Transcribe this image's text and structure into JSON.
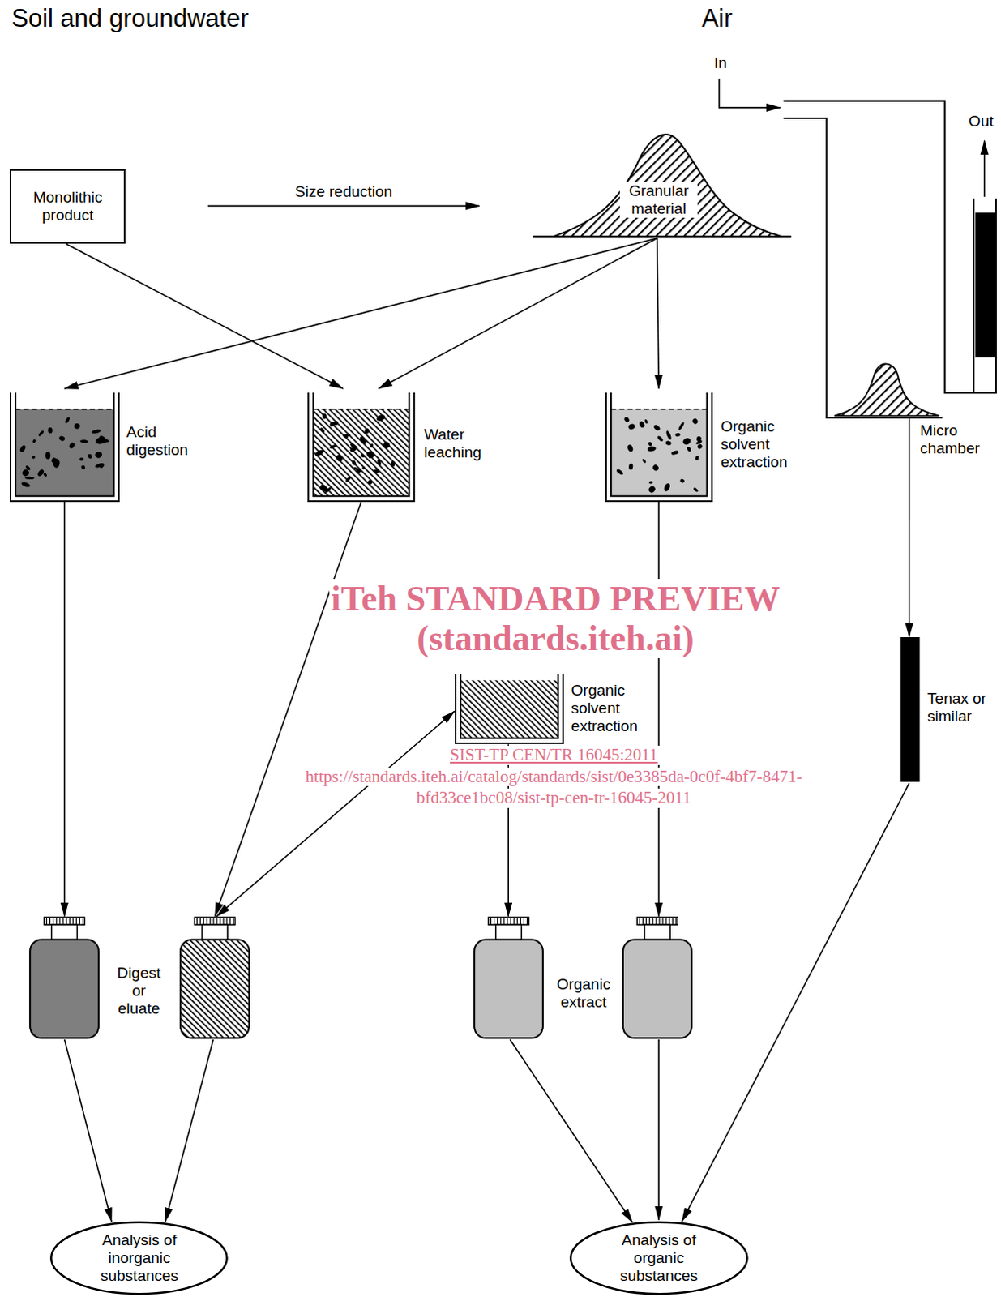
{
  "diagram": {
    "nodes": [
      {
        "text": [
          "Monolithic product"
        ]
      },
      {
        "text": [
          "Granular material"
        ]
      },
      {
        "text": [
          "Acid digestion"
        ]
      },
      {
        "text": [
          "Water leaching"
        ]
      },
      {
        "text": [
          "Organic solvent extraction"
        ]
      },
      {
        "text": [
          "Micro chamber"
        ]
      },
      {
        "text": [
          "Organic solvent extraction"
        ]
      },
      {
        "text": [
          "Tenax or similar"
        ]
      },
      {
        "text": [
          "Digest or eluate"
        ]
      },
      {
        "text": [
          "Organic extract"
        ]
      },
      {
        "text": [
          "Analysis of inorganic substances"
        ]
      },
      {
        "text": [
          "Analysis of organic substances"
        ]
      }
    ],
    "edges": [
      {
        "from": 0,
        "to": 1,
        "arrow": "to",
        "label": "Size reduction"
      },
      {
        "from": 0,
        "to": 3,
        "arrow": "to"
      },
      {
        "from": 1,
        "to": 2,
        "arrow": "to"
      },
      {
        "from": 1,
        "to": 3,
        "arrow": "to"
      },
      {
        "from": 1,
        "to": 4,
        "arrow": "to"
      },
      {
        "from": 5,
        "to": 7,
        "arrow": "to"
      },
      {
        "from": 2,
        "to": 8,
        "arrow": "to"
      },
      {
        "from": 3,
        "to": 8,
        "arrow": "to"
      },
      {
        "from": 8,
        "to": 6,
        "arrow": "both"
      },
      {
        "from": 6,
        "to": 9,
        "arrow": "to"
      },
      {
        "from": 4,
        "to": 9,
        "arrow": "to"
      },
      {
        "from": 7,
        "to": 11,
        "arrow": "to"
      },
      {
        "from": 8,
        "to": 10,
        "arrow": "to"
      },
      {
        "from": 8,
        "to": 10,
        "arrow": "to"
      },
      {
        "from": 9,
        "to": 11,
        "arrow": "to"
      },
      {
        "from": 9,
        "to": 11,
        "arrow": "to"
      }
    ],
    "labels": [
      "Soil and groundwater",
      "Air",
      "In",
      "Out",
      "iTeh STANDARD PREVIEW",
      "(standards.iteh.ai)",
      "SIST-TP CEN/TR 16045:2011",
      "https://standards.iteh.ai/catalog/standards/sist/0e3385da-0c0f-4bf7-8471-",
      "bfd33ce1bc08/sist-tp-cen-tr-16045-2011"
    ]
  }
}
